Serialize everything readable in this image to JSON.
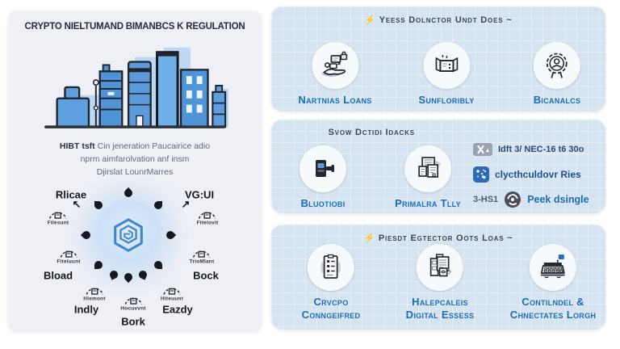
{
  "colors": {
    "accent_blue": "#1a6db6",
    "panel_bg": "#eef0f6",
    "card_bg": "#d6e3f0",
    "building_blue": "#5b9bd9",
    "outline_dark": "#23272e",
    "hub_circle": "#cfe3f7",
    "hub_icon_blue": "#4186c8",
    "header_text": "#3c4654"
  },
  "left_panel": {
    "title": "CRYPTO NIELTUMAND BIMANBCS K REGULATION",
    "illustration": "city-skyline-buildings",
    "description": {
      "bold_lead": "HIBT tsft",
      "line1_rest": " Cin jeneration Paucairice adio",
      "line2": "nprm aimfarolvation anf insm",
      "line3": "Djirslat LounrMarres"
    },
    "hub": {
      "center_icon": "blockchain-hexagon-icon",
      "arrow_up_left": "↖",
      "arrow_up_right": "↗",
      "spokes": [
        {
          "label": "Rlicae",
          "sublabel": "Filesunt",
          "icon": "arc-gauge-icon"
        },
        {
          "label": "VG:UI",
          "sublabel": "Fitelovit",
          "icon": "arc-gauge-icon"
        },
        {
          "label": "Bload",
          "sublabel": "Fiteluunt",
          "icon": "arc-gauge-icon"
        },
        {
          "label": "Bock",
          "sublabel": "TrioMlant",
          "icon": "arc-gauge-icon"
        },
        {
          "label": "Indly",
          "sublabel": "Hlemont",
          "icon": "arc-gauge-icon"
        },
        {
          "label": "Bork",
          "sublabel": "Hocuvvnt",
          "icon": "arc-gauge-icon"
        },
        {
          "label": "Eazdy",
          "sublabel": "Hiteuunt",
          "icon": "arc-gauge-icon"
        }
      ]
    }
  },
  "cards": [
    {
      "header": "⚡ Yeess Dolnctor Undt Does ~",
      "items": [
        {
          "label": "Nartnias Loans",
          "icon": "hand-assets-icon"
        },
        {
          "label": "Sunfloribly",
          "icon": "package-box-icon"
        },
        {
          "label": "Bicanalcs",
          "icon": "badge-person-icon"
        }
      ]
    },
    {
      "header": "Svow Dctidi Idacks",
      "items": [
        {
          "label": "Bluotiobi",
          "icon": "camera-device-icon"
        },
        {
          "label": "Primalra Tlly",
          "icon": "documents-stack-icon"
        }
      ],
      "side_list": [
        {
          "icon": "x-badge-icon",
          "text": "Idft 3/ NEC-16 t6 30o"
        },
        {
          "icon": "scatter-badge-icon",
          "text": "clycthculdovr Ries"
        },
        {
          "prefix": "3-HS1",
          "icon": "knot-circle-icon",
          "text": "Peek dsingle"
        }
      ]
    },
    {
      "header": "⚡ Piesdt Egtector Oots Loas ~",
      "items": [
        {
          "label_line1": "Crvcpo",
          "label_line2": "Conngeifred",
          "icon": "clipboard-list-icon"
        },
        {
          "label_line1": "Halepcaleis",
          "label_line2": "Digital Essess",
          "icon": "digital-files-icon"
        },
        {
          "label_line1": "Contilndel &",
          "label_line2": "Chnectates Lorgh",
          "icon": "register-icon"
        }
      ]
    }
  ]
}
